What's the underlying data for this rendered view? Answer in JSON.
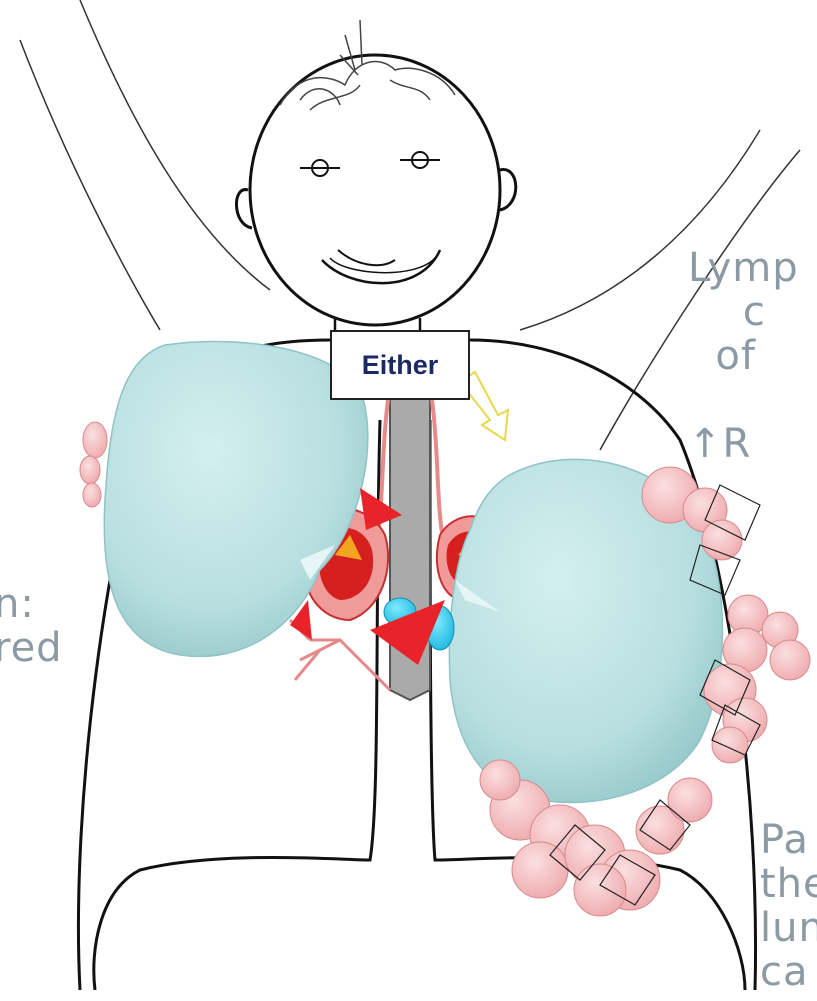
{
  "either_label": "Either",
  "left_caption": "n:\nred",
  "top_right_caption": "Lymp\n    c\n  of\n\n↑R",
  "bottom_right_caption": "Pa\nthe\nlun\nca",
  "colors": {
    "lung_fill": "#bfe3e4",
    "lymph_node": "#f4c2c4",
    "tumor_red": "#e8232a",
    "trachea": "#aaaaaa",
    "label_text": "#1b2a66",
    "caption_text": "#8b9aa3"
  }
}
